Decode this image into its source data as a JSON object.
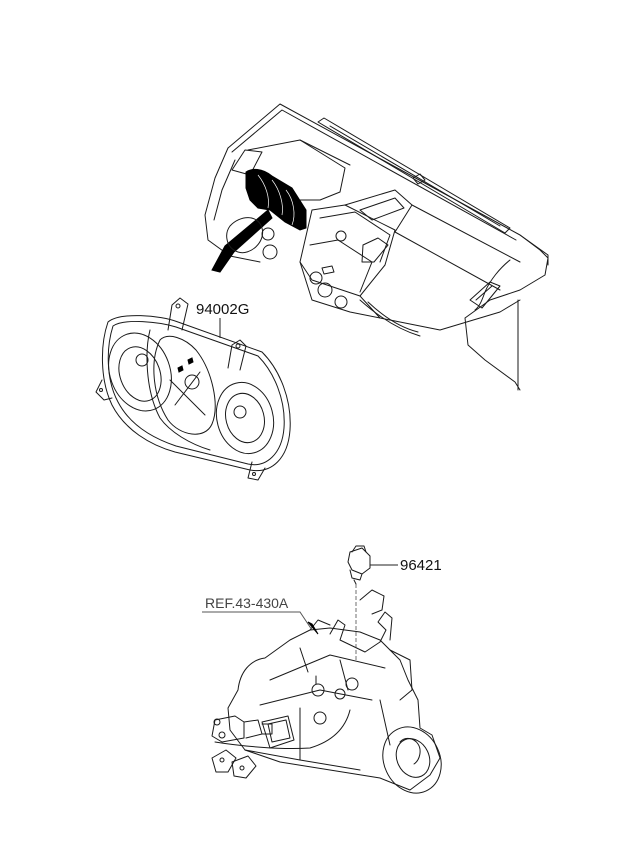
{
  "diagram": {
    "type": "parts-exploded-view",
    "callouts": [
      {
        "part_number": "94002G",
        "describes": "instrument cluster"
      },
      {
        "part_number": "96421",
        "describes": "speed sensor"
      }
    ],
    "references": [
      {
        "label": "REF.43-430A",
        "describes": "manual transaxle"
      }
    ],
    "assemblies": [
      "dashboard",
      "instrument-cluster",
      "transaxle",
      "speed-sensor"
    ]
  }
}
